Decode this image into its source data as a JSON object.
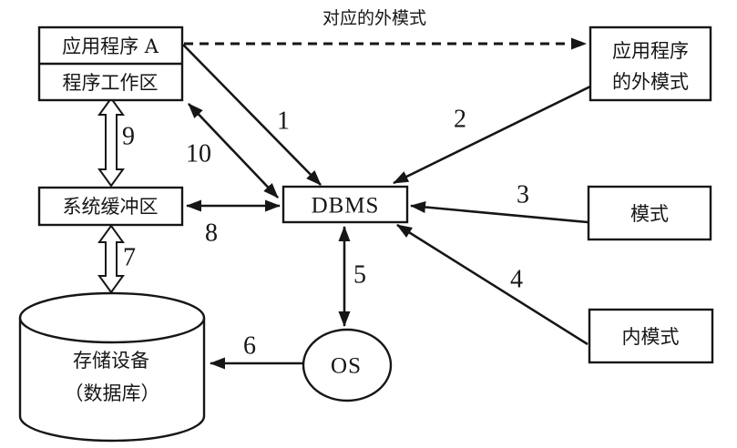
{
  "colors": {
    "line": "#161616",
    "text": "#161616",
    "background": "#ffffff"
  },
  "nodes": {
    "app": {
      "line1": "应用程序 A",
      "line2": "程序工作区"
    },
    "outer_schema": {
      "line1": "应用程序",
      "line2": "的外模式"
    },
    "dbms": {
      "label": "DBMS"
    },
    "schema": {
      "label": "模式"
    },
    "inner_schema": {
      "label": "内模式"
    },
    "buffer": {
      "label": "系统缓冲区"
    },
    "storage": {
      "line1": "存储设备",
      "line2": "（数据库）"
    },
    "os": {
      "label": "OS"
    }
  },
  "edge_labels": {
    "dashed": "对应的外模式",
    "n1": "1",
    "n2": "2",
    "n3": "3",
    "n4": "4",
    "n5": "5",
    "n6": "6",
    "n7": "7",
    "n8": "8",
    "n9": "9",
    "n10": "10"
  }
}
